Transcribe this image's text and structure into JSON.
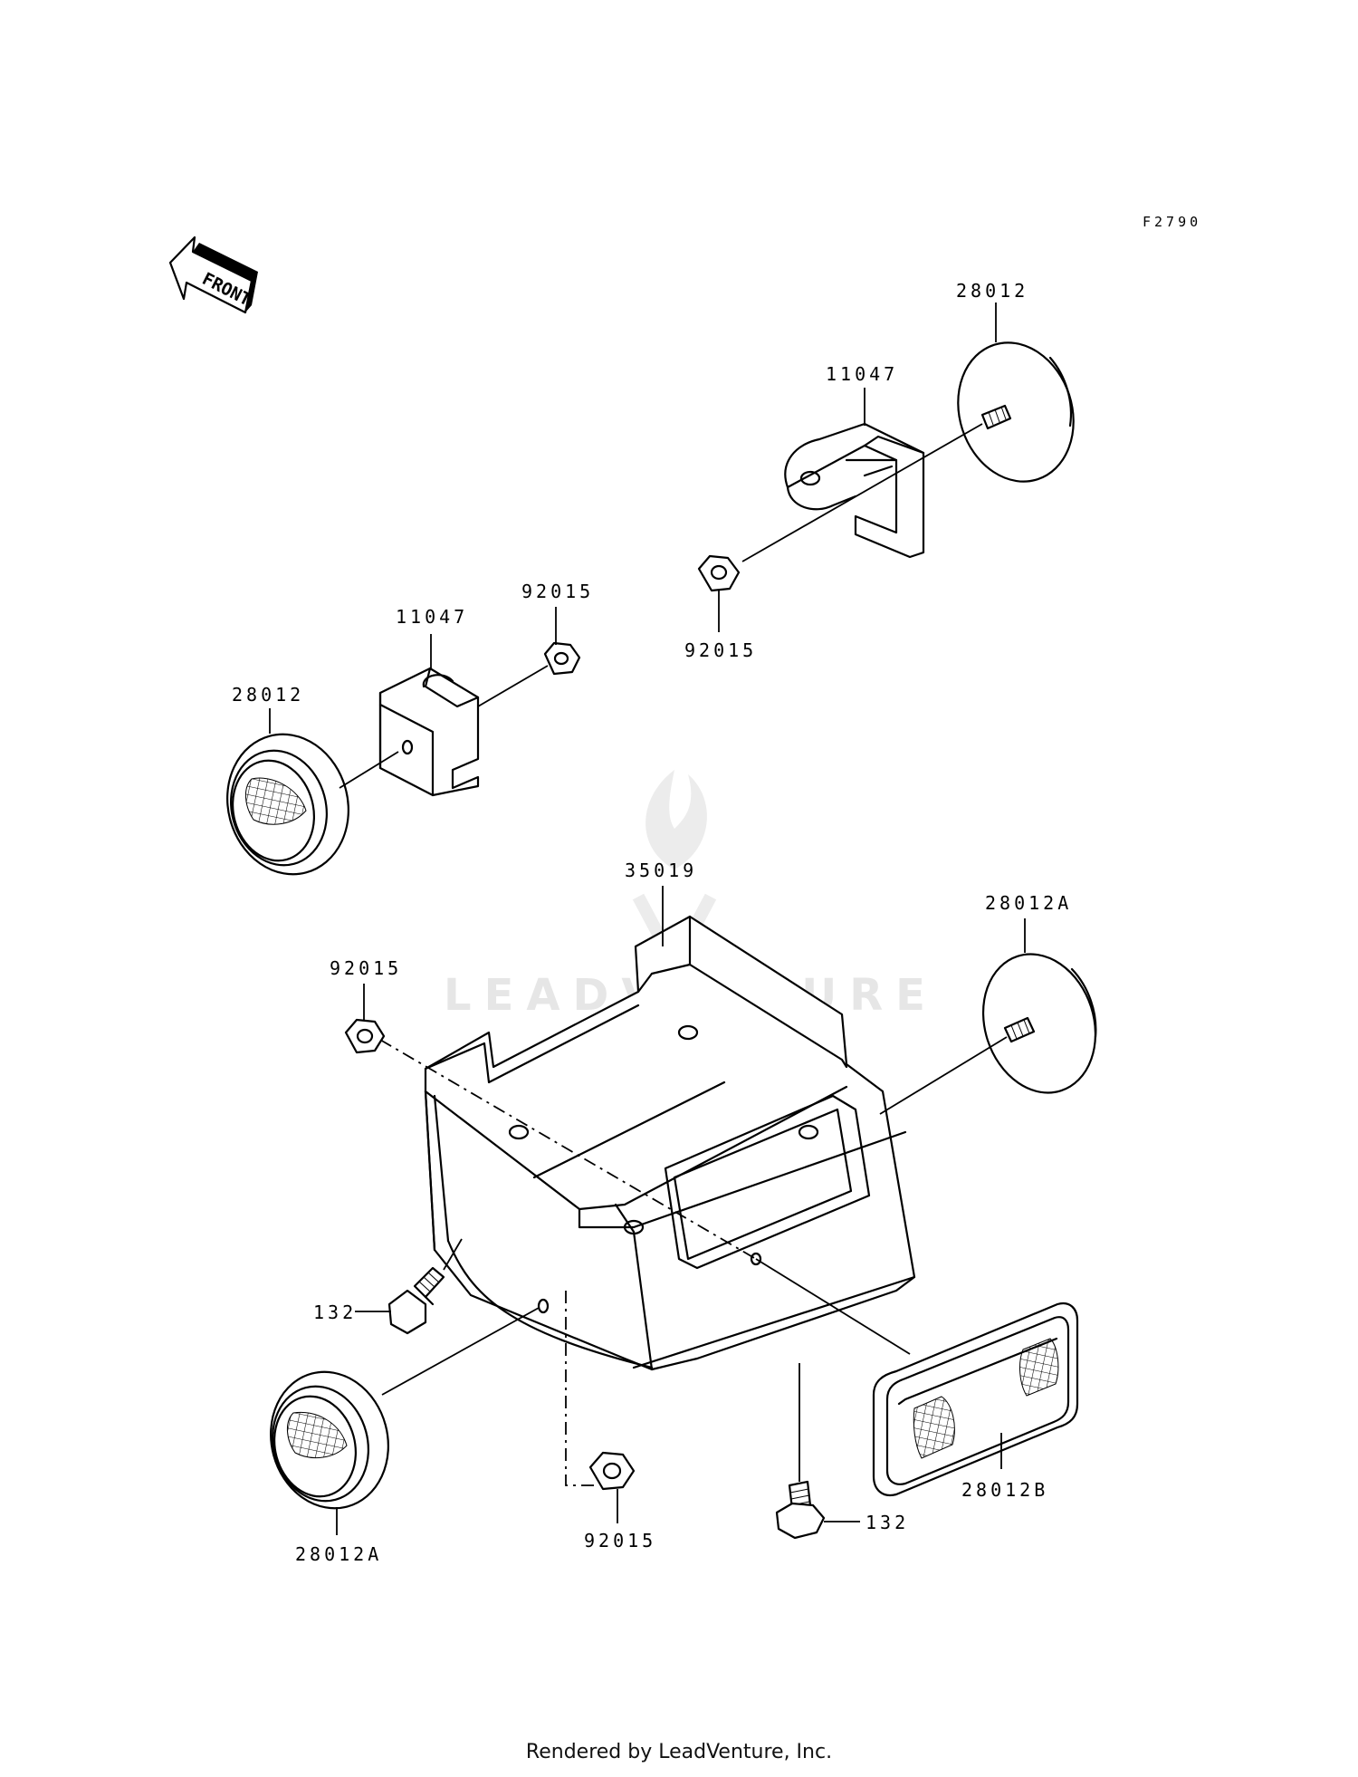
{
  "diagram": {
    "figure_code": "F2790",
    "front_label": "FRONT",
    "watermark": "LEADVENTURE",
    "labels": {
      "reflector_top_right": "28012",
      "bracket_top_right": "11047",
      "nut_top_right": "92015",
      "bracket_left": "11047",
      "nut_left": "92015",
      "reflector_left": "28012",
      "bracket_main": "35019",
      "nut_main_left": "92015",
      "reflector_right_a": "28012A",
      "bolt_left": "132",
      "reflector_bottom_left_a": "28012A",
      "nut_bottom": "92015",
      "bolt_bottom": "132",
      "reflector_rear_b": "28012B"
    }
  },
  "footer": "Rendered by LeadVenture, Inc."
}
